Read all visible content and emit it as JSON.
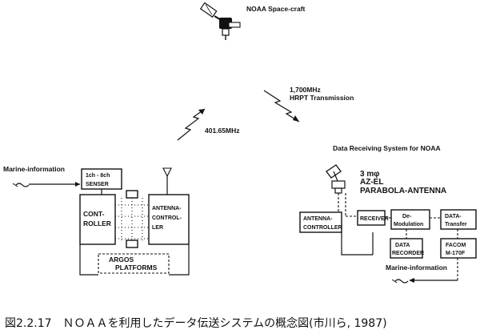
{
  "satellite": {
    "label": "NOAA Space-craft",
    "icon": "satellite-icon"
  },
  "links": {
    "uplink_freq": "401.65MHz",
    "downlink_freq": "1,700MHz",
    "downlink_mode": "HRPT Transmission"
  },
  "platform": {
    "input_label": "Marine-information",
    "sensor": [
      "1ch - 8ch",
      "SENSER"
    ],
    "controller": [
      "CONT-",
      "ROLLER"
    ],
    "antenna_controller": [
      "ANTENNA-",
      "CONTROL-",
      "LER"
    ],
    "group_label": [
      "ARGOS",
      "PLATFORMS"
    ]
  },
  "receiving": {
    "title": "Data Receiving System for NOAA",
    "antenna_size": "3 mφ",
    "antenna_type": [
      "AZ-EL",
      "PARABOLA-ANTENNA"
    ],
    "antenna_controller": [
      "ANTENNA-",
      "CONTROLLER"
    ],
    "receiver": "RECEIVER",
    "demodulation": [
      "De-",
      "Modulation"
    ],
    "data_transfer": [
      "DATA-",
      "Transfer"
    ],
    "data_recorder": [
      "DATA",
      "RECORDER"
    ],
    "facom": [
      "FACOM",
      "M-170F"
    ],
    "output_label": "Marine-information"
  },
  "caption": "図2.2.17　ＮＯＡＡを利用したデータ伝送システムの概念図(市川ら, 1987)"
}
